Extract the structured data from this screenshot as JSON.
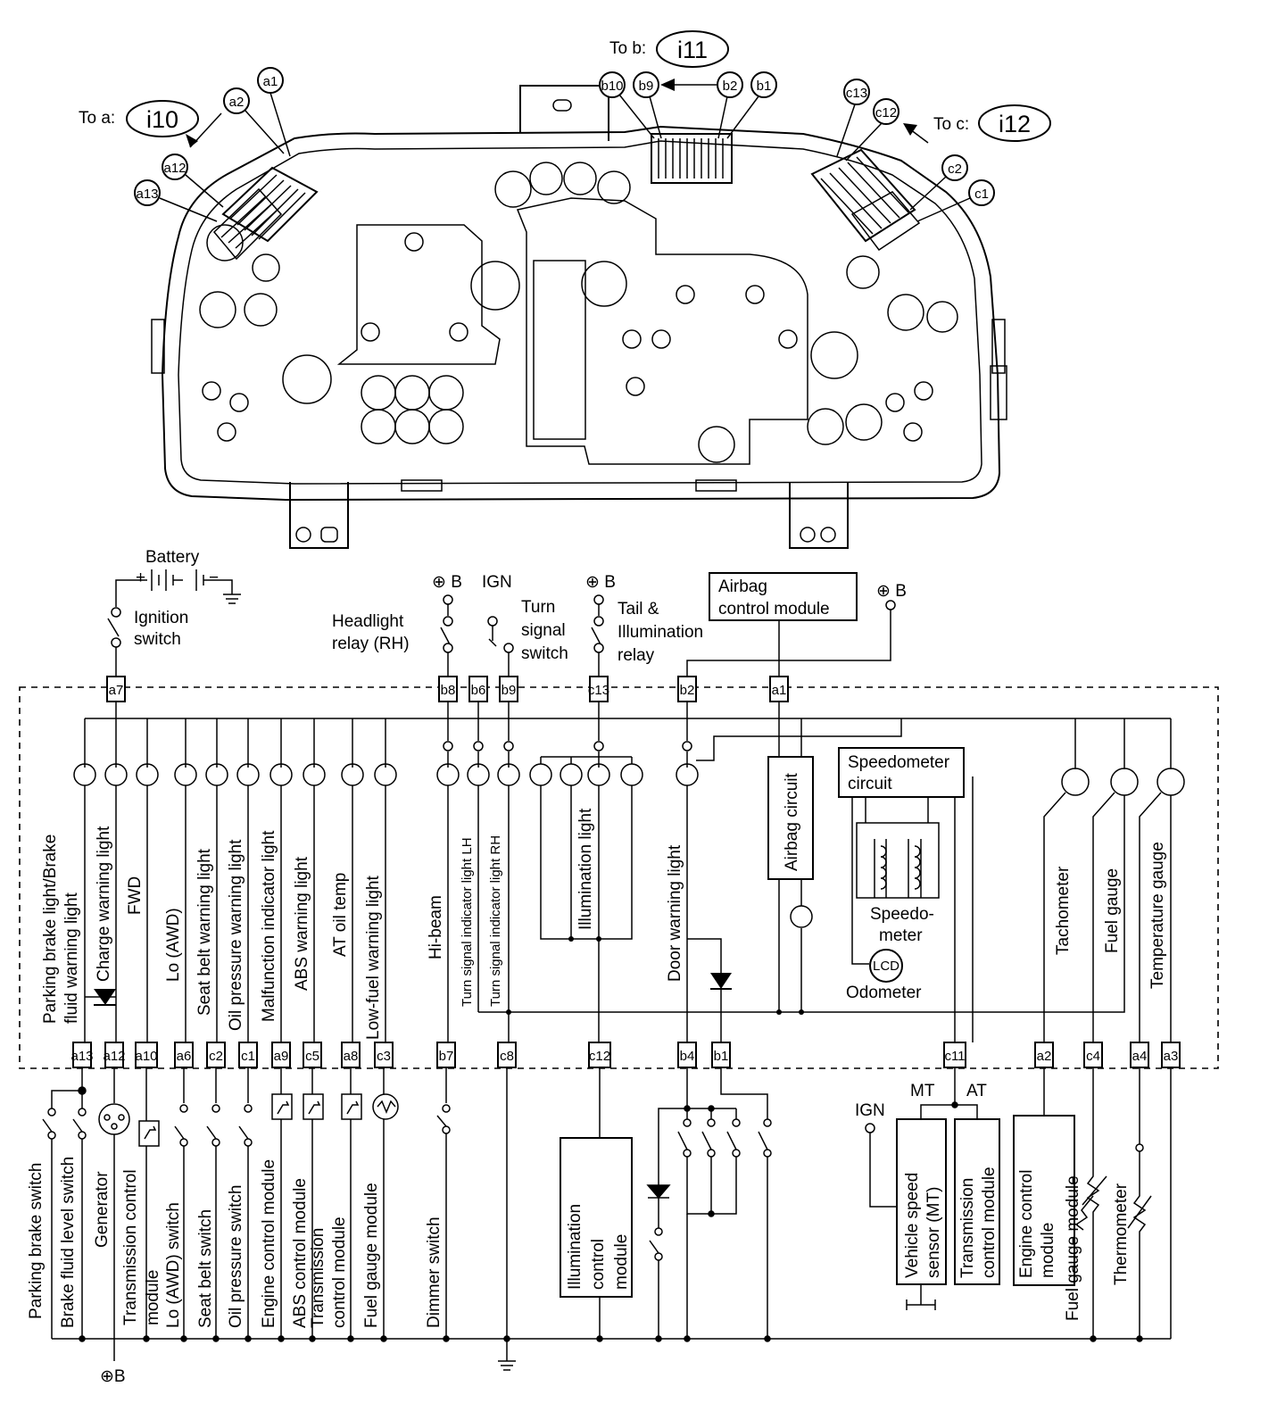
{
  "top": {
    "to_a": "To a:",
    "i10": "i10",
    "to_b": "To b:",
    "i11": "i11",
    "to_c": "To c:",
    "i12": "i12",
    "pins": {
      "a1": "a1",
      "a2": "a2",
      "a12": "a12",
      "a13": "a13",
      "b10": "b10",
      "b9": "b9",
      "b2": "b2",
      "b1": "b1",
      "c13": "c13",
      "c12": "c12",
      "c2": "c2",
      "c1": "c1"
    }
  },
  "supply": {
    "battery": "Battery",
    "plus": "+",
    "minus": "−",
    "ignition_1": "Ignition",
    "ignition_2": "switch",
    "headlight_1": "Headlight",
    "headlight_2": "relay (RH)",
    "turn_1": "Turn",
    "turn_2": "signal",
    "turn_3": "switch",
    "tail_1": "Tail &",
    "tail_2": "Illumination",
    "tail_3": "relay",
    "airbag_1": "Airbag",
    "airbag_2": "control module",
    "plusb": "⊕ B",
    "ign": "IGN"
  },
  "upper_terminals": {
    "a7": "a7",
    "b8": "b8",
    "b6": "b6",
    "b9": "b9",
    "c13": "c13",
    "b2": "b2",
    "a1": "a1"
  },
  "lower_terminals": {
    "a13": "a13",
    "a12": "a12",
    "a10": "a10",
    "a6": "a6",
    "c2": "c2",
    "c1": "c1",
    "a9": "a9",
    "c5": "c5",
    "a8": "a8",
    "c3": "c3",
    "b7": "b7",
    "c8": "c8",
    "c12": "c12",
    "b4": "b4",
    "b1": "b1",
    "c11": "c11",
    "a2": "a2",
    "c4": "c4",
    "a4": "a4",
    "a3": "a3"
  },
  "meter_labels": {
    "parking_1": "Parking brake light/Brake",
    "parking_2": "fluid warning light",
    "charge": "Charge warning light",
    "fwd": "FWD",
    "lo": "Lo (AWD)",
    "seatbelt": "Seat belt warning light",
    "oil": "Oil pressure warning light",
    "malfunction": "Malfunction indicator light",
    "abs": "ABS warning light",
    "atoil": "AT oil temp",
    "lowfuel": "Low-fuel warning light",
    "hibeam": "Hi-beam",
    "turnlh": "Turn signal indicator light LH",
    "turnrh": "Turn signal indicator light RH",
    "illum": "Illumination light",
    "door": "Door warning light",
    "airbagc": "Airbag circuit",
    "speedo_circ_1": "Speedometer",
    "speedo_circ_2": "circuit",
    "speedo_1": "Speedo-",
    "speedo_2": "meter",
    "lcd": "LCD",
    "odometer": "Odometer",
    "tacho": "Tachometer",
    "fuelg": "Fuel gauge",
    "tempg": "Temperature gauge"
  },
  "bottom_labels": {
    "parking_sw": "Parking brake switch",
    "brake_fluid": "Brake fluid level switch",
    "generator": "Generator",
    "tcm_1": "Transmission control",
    "tcm_2": "module",
    "lo_sw": "Lo (AWD) switch",
    "seat_sw": "Seat belt switch",
    "oil_sw": "Oil pressure switch",
    "ecm": "Engine control module",
    "abs_cm": "ABS control module",
    "tcm2_1": "Transmission",
    "tcm2_2": "control module",
    "fgm": "Fuel gauge module",
    "dimmer": "Dimmer switch",
    "icm_1": "Illumination",
    "icm_2": "control",
    "icm_3": "module",
    "ign": "IGN",
    "mt": "MT",
    "at": "AT",
    "vss_1": "Vehicle speed",
    "vss_2": "sensor (MT)",
    "tcm3_1": "Transmission",
    "tcm3_2": "control module",
    "ecm2_1": "Engine control",
    "ecm2_2": "module",
    "fgm2": "Fuel gauge module",
    "thermo": "Thermometer",
    "plusb": "⊕B"
  }
}
